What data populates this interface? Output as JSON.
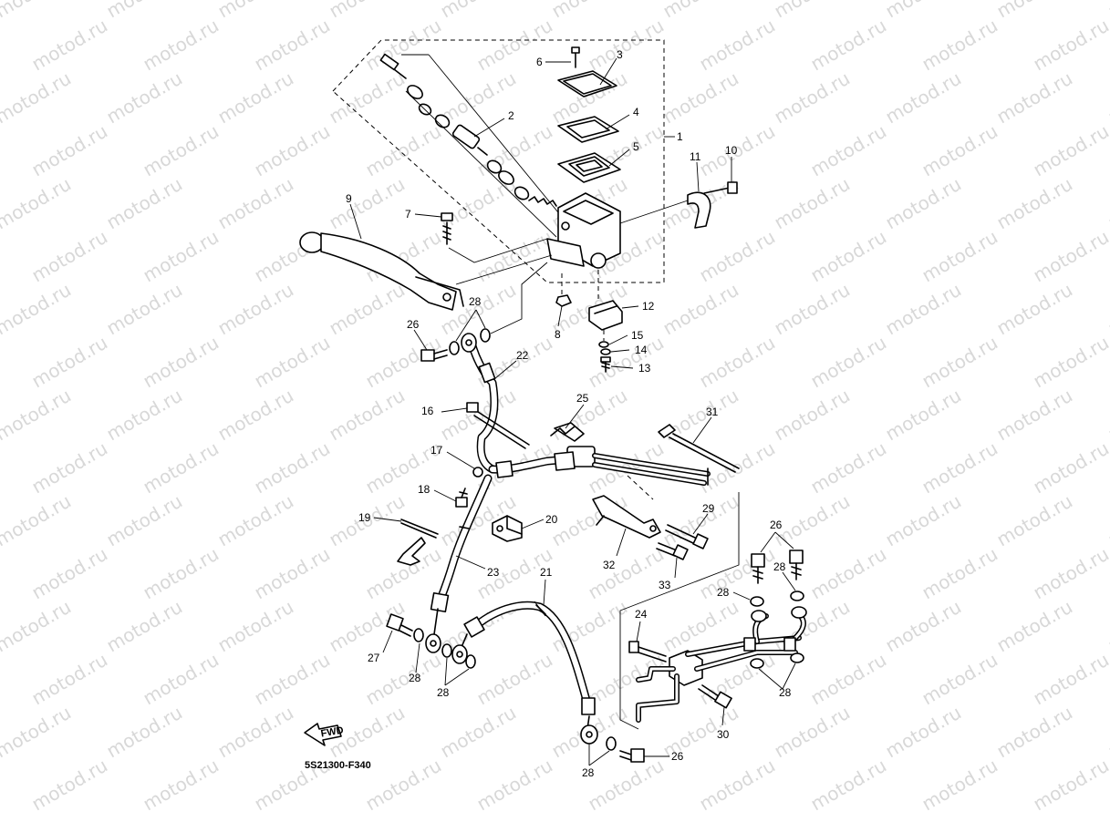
{
  "watermark": "motod.ru",
  "diagram_code": "5S21300-F340",
  "fwd_label": "FWD",
  "callouts": [
    "1",
    "2",
    "3",
    "4",
    "5",
    "6",
    "7",
    "8",
    "9",
    "10",
    "11",
    "12",
    "13",
    "14",
    "15",
    "16",
    "17",
    "18",
    "19",
    "20",
    "21",
    "22",
    "23",
    "24",
    "25",
    "26",
    "27",
    "28",
    "29",
    "30",
    "31",
    "32",
    "33"
  ]
}
